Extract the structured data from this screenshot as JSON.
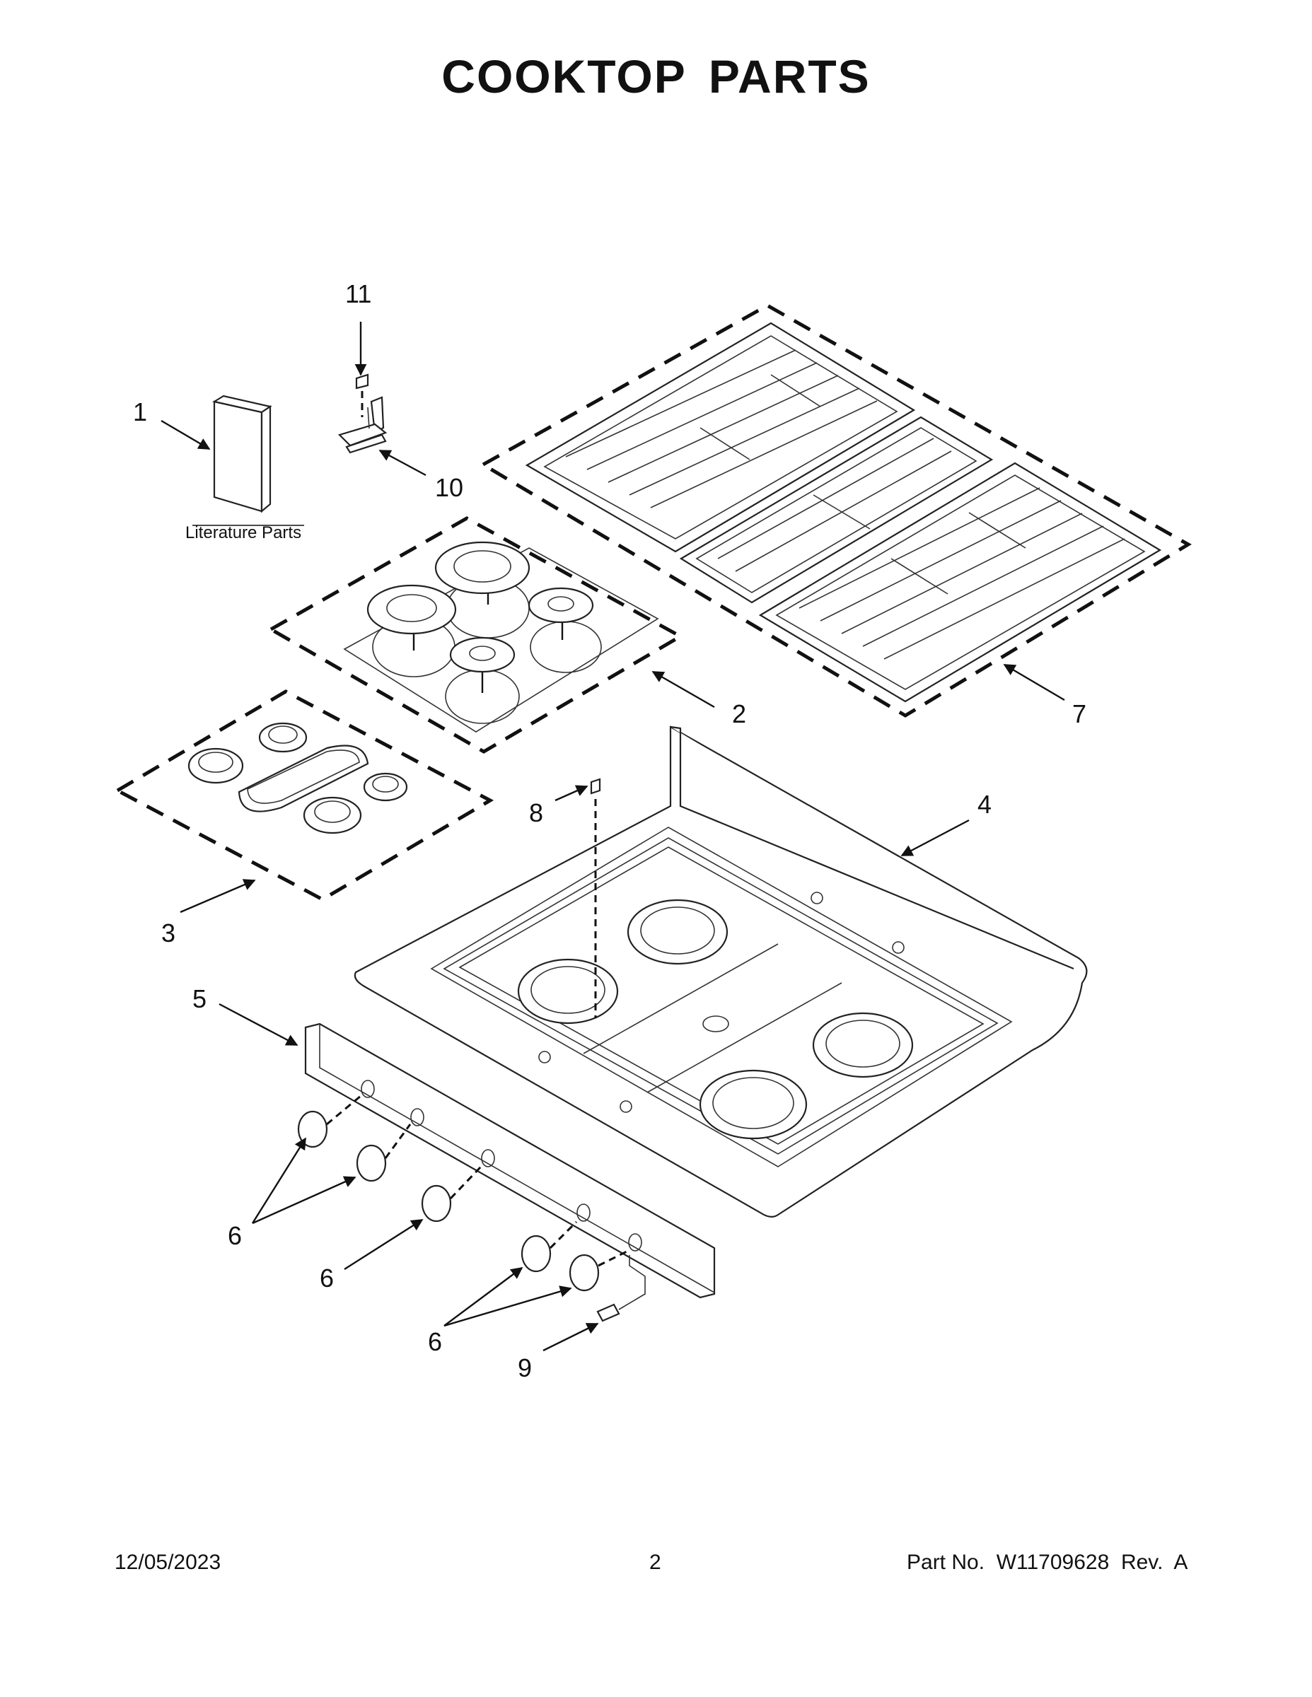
{
  "page": {
    "title": "COOKTOP  PARTS",
    "footer": {
      "date": "12/05/2023",
      "page_number": "2",
      "part_number": "Part No.  W11709628  Rev.  A"
    }
  },
  "diagram": {
    "literature_label": "Literature Parts",
    "callouts": [
      "1",
      "2",
      "3",
      "4",
      "5",
      "6",
      "6",
      "6",
      "7",
      "8",
      "9",
      "10",
      "11"
    ]
  }
}
